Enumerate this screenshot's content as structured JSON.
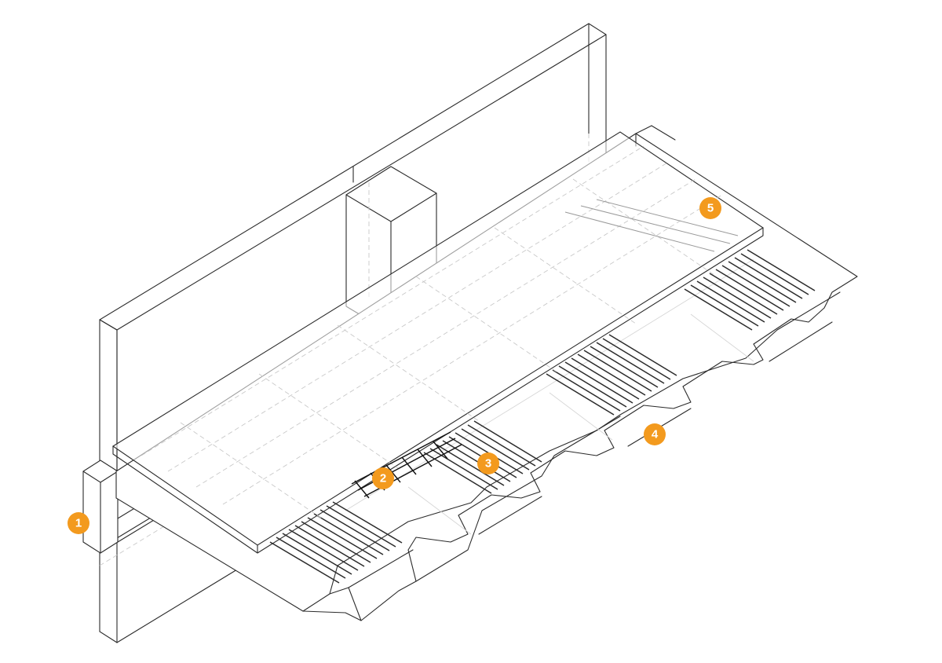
{
  "callouts": [
    {
      "id": "1",
      "label": "1"
    },
    {
      "id": "2",
      "label": "2"
    },
    {
      "id": "3",
      "label": "3"
    },
    {
      "id": "4",
      "label": "4"
    },
    {
      "id": "5",
      "label": "5"
    }
  ],
  "colors": {
    "callout_fill": "#f39a1e",
    "line": "#2b2b2b",
    "hidden_line": "#c9c9c9"
  }
}
